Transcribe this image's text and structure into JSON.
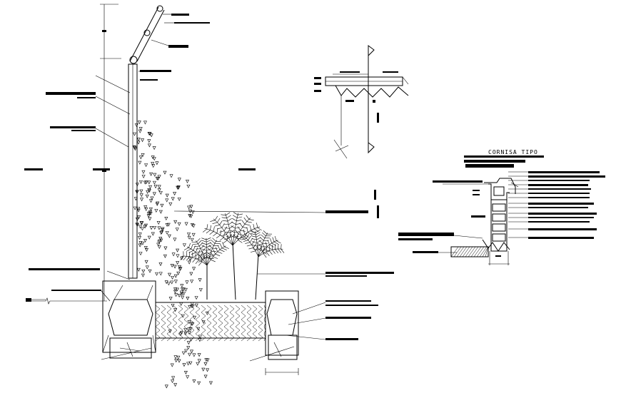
{
  "detail_title": "CORNISA TIPO",
  "colors": {
    "line": "#000000",
    "background": "#ffffff"
  },
  "elements": [
    "main-wall-section",
    "planter-box",
    "plant-foliage",
    "palm-plants",
    "cornice-detail",
    "roof-edge-detail"
  ]
}
